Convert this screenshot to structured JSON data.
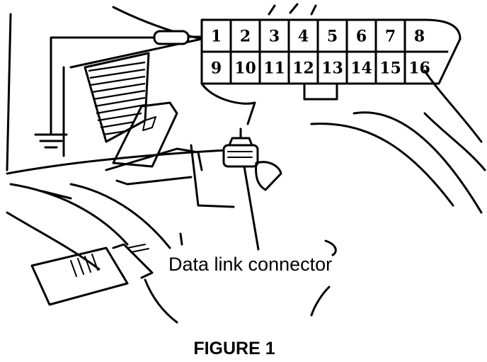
{
  "connector": {
    "pins_top": [
      "1",
      "2",
      "3",
      "4",
      "5",
      "6",
      "7",
      "8"
    ],
    "pins_bottom": [
      "9",
      "10",
      "11",
      "12",
      "13",
      "14",
      "15",
      "16"
    ]
  },
  "callout": {
    "label": "Data link connector"
  },
  "caption": "FIGURE 1"
}
